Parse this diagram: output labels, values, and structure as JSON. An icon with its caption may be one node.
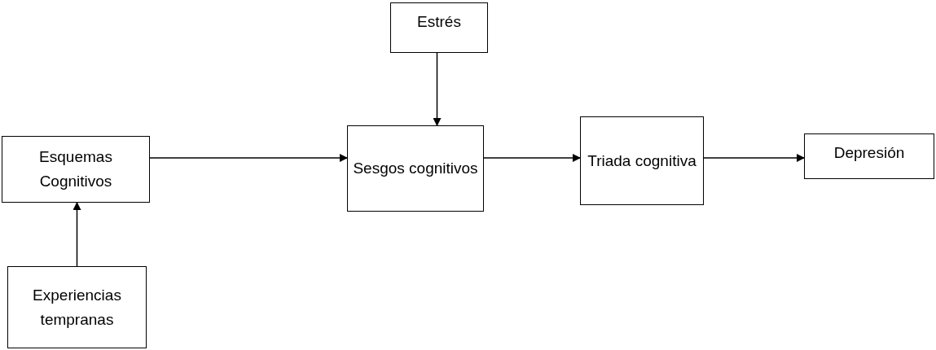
{
  "diagram": {
    "nodes": [
      {
        "text": [
          "Estrés"
        ]
      },
      {
        "text": [
          "Esquemas Cognitivos"
        ]
      },
      {
        "text": [
          "Sesgos cognitivos"
        ]
      },
      {
        "text": [
          "Triada cognitiva"
        ]
      },
      {
        "text": [
          "Depresión"
        ]
      },
      {
        "text": [
          "Experiencias tempranas"
        ]
      }
    ],
    "edges": [
      {
        "from": 0,
        "to": 2,
        "arrow": "to"
      },
      {
        "from": 1,
        "to": 2,
        "arrow": "to"
      },
      {
        "from": 2,
        "to": 3,
        "arrow": "to"
      },
      {
        "from": 3,
        "to": 4,
        "arrow": "to"
      },
      {
        "from": 5,
        "to": 1,
        "arrow": "to"
      }
    ]
  }
}
